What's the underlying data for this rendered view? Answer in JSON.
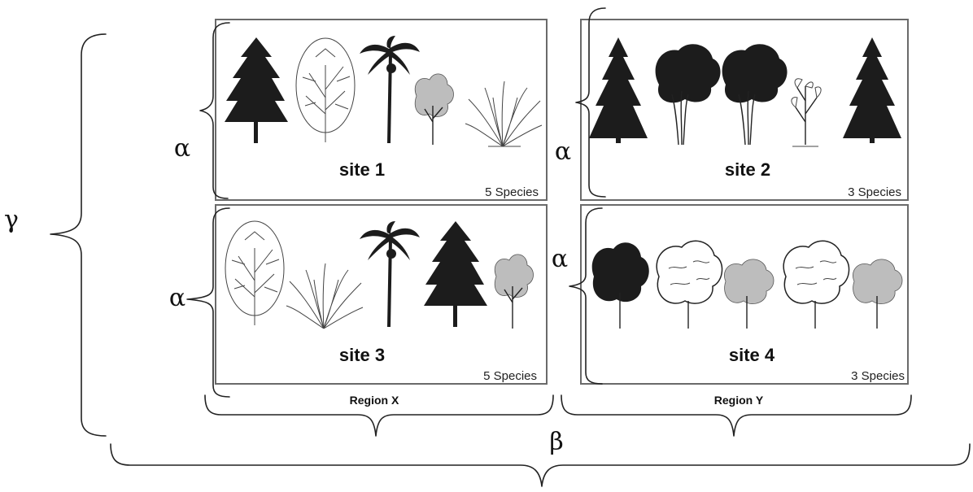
{
  "symbols": {
    "alpha": "α",
    "beta": "β",
    "gamma": "γ"
  },
  "sites": [
    {
      "label": "site 1",
      "species": "5 Species"
    },
    {
      "label": "site 2",
      "species": "3 Species"
    },
    {
      "label": "site 3",
      "species": "5 Species"
    },
    {
      "label": "site 4",
      "species": "3 Species"
    }
  ],
  "regions": [
    {
      "label": "Region X"
    },
    {
      "label": "Region Y"
    }
  ]
}
